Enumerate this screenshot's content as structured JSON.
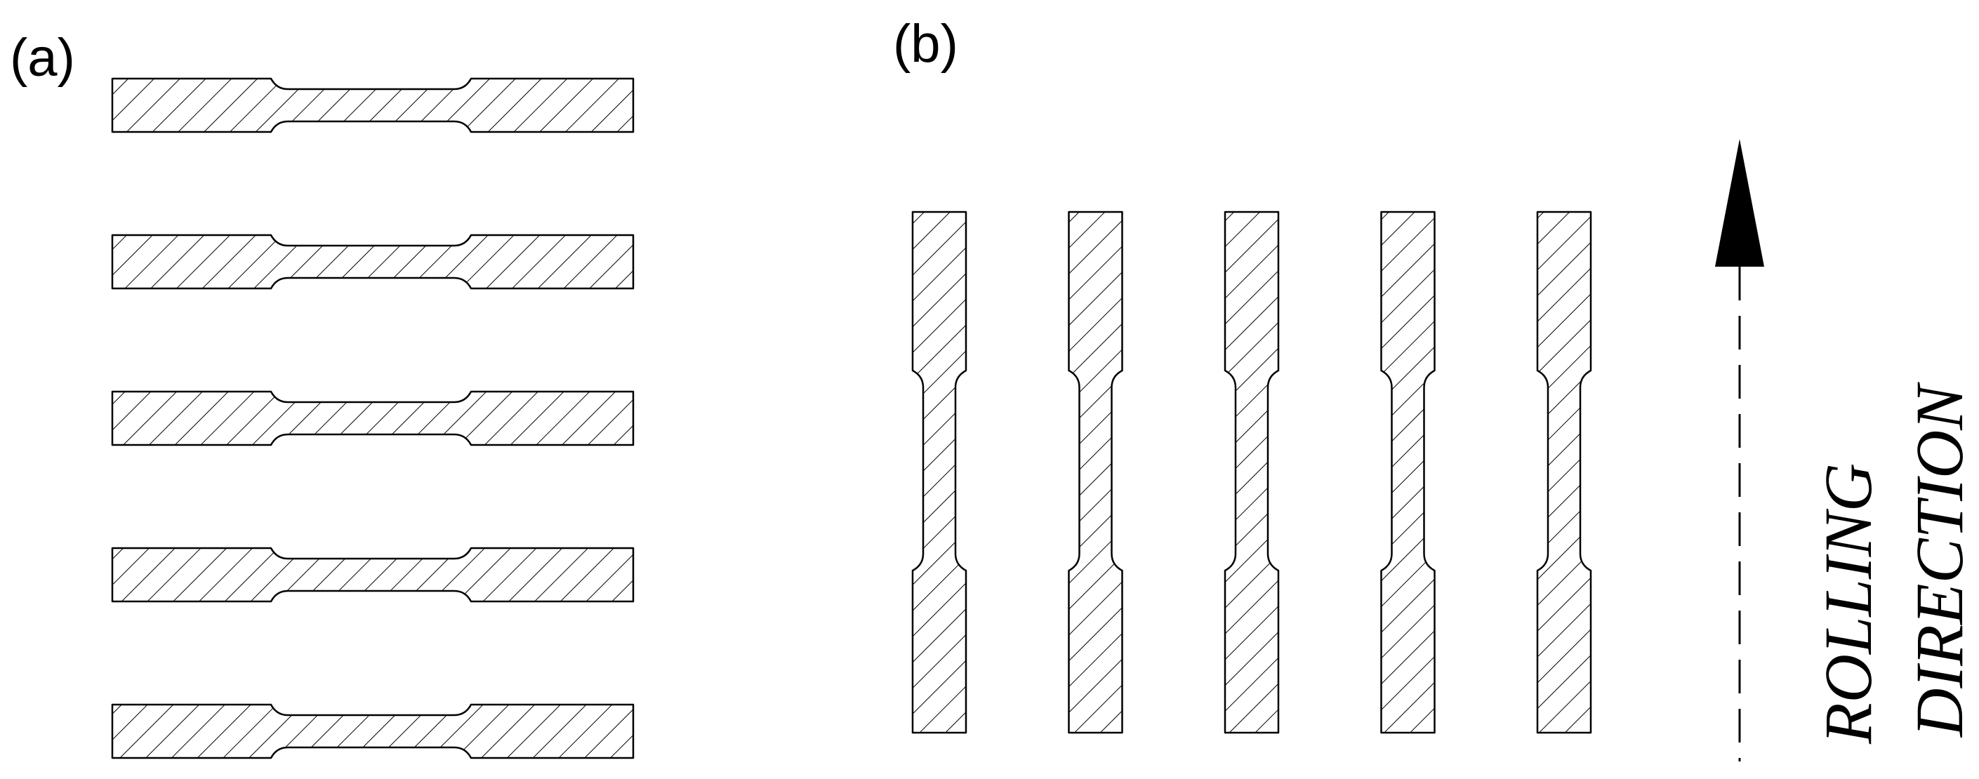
{
  "panel_a": {
    "label": "(a)",
    "orientation": "horizontal",
    "specimen_count": 5
  },
  "panel_b": {
    "label": "(b)",
    "orientation": "vertical",
    "specimen_count": 5
  },
  "rolling_direction": {
    "line1": "ROLLING",
    "line2": "DIRECTION"
  },
  "colors": {
    "stroke": "#000000",
    "background": "#ffffff"
  }
}
